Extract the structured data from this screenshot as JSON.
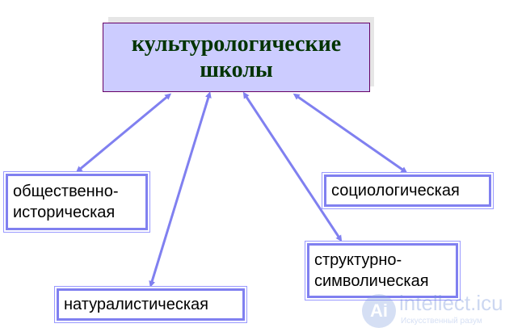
{
  "diagram": {
    "title": "культурологические\nшколы",
    "nodes": [
      {
        "id": "obshchestvenno",
        "label": "общественно-\nисторическая"
      },
      {
        "id": "naturalist",
        "label": "натуралистическая"
      },
      {
        "id": "struktur",
        "label": "структурно-\nсимволическая"
      },
      {
        "id": "sociolog",
        "label": "социологическая"
      }
    ],
    "edges": [
      {
        "from": "title",
        "to": "obshchestvenno"
      },
      {
        "from": "title",
        "to": "naturalist"
      },
      {
        "from": "title",
        "to": "struktur"
      },
      {
        "from": "title",
        "to": "sociolog"
      }
    ],
    "colors": {
      "title_fill": "#ccccff",
      "title_border": "#660066",
      "title_text": "#003300",
      "arrow": "#8080f0",
      "node_border": "#8080f0"
    }
  },
  "watermark": {
    "logo": "Ai",
    "brand": "intellect.icu",
    "tagline": "Искусственный разум"
  }
}
